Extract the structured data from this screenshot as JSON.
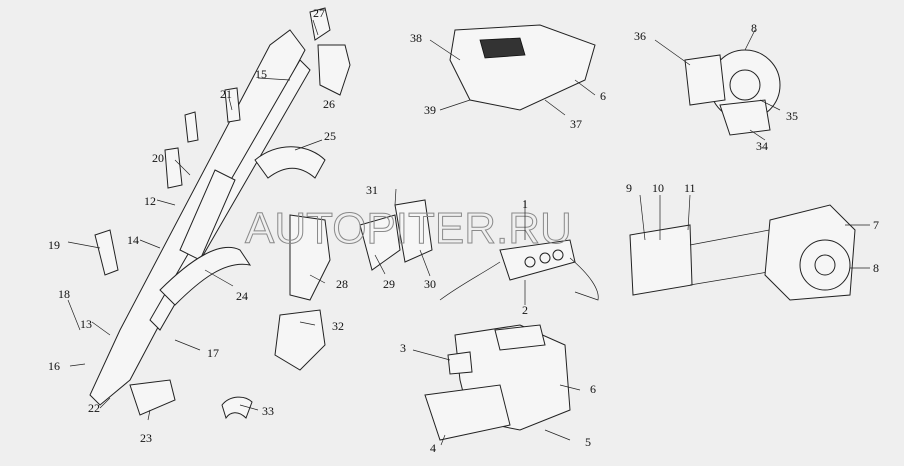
{
  "watermark": "AUTOPITER.RU",
  "callouts": [
    "27",
    "26",
    "15",
    "21",
    "25",
    "20",
    "12",
    "19",
    "14",
    "18",
    "13",
    "16",
    "17",
    "24",
    "22",
    "23",
    "33",
    "32",
    "28",
    "29",
    "30",
    "31",
    "1",
    "2",
    "3",
    "4",
    "5",
    "6",
    "38",
    "39",
    "37",
    "6",
    "36",
    "8",
    "35",
    "34",
    "9",
    "10",
    "11",
    "7",
    "8"
  ]
}
